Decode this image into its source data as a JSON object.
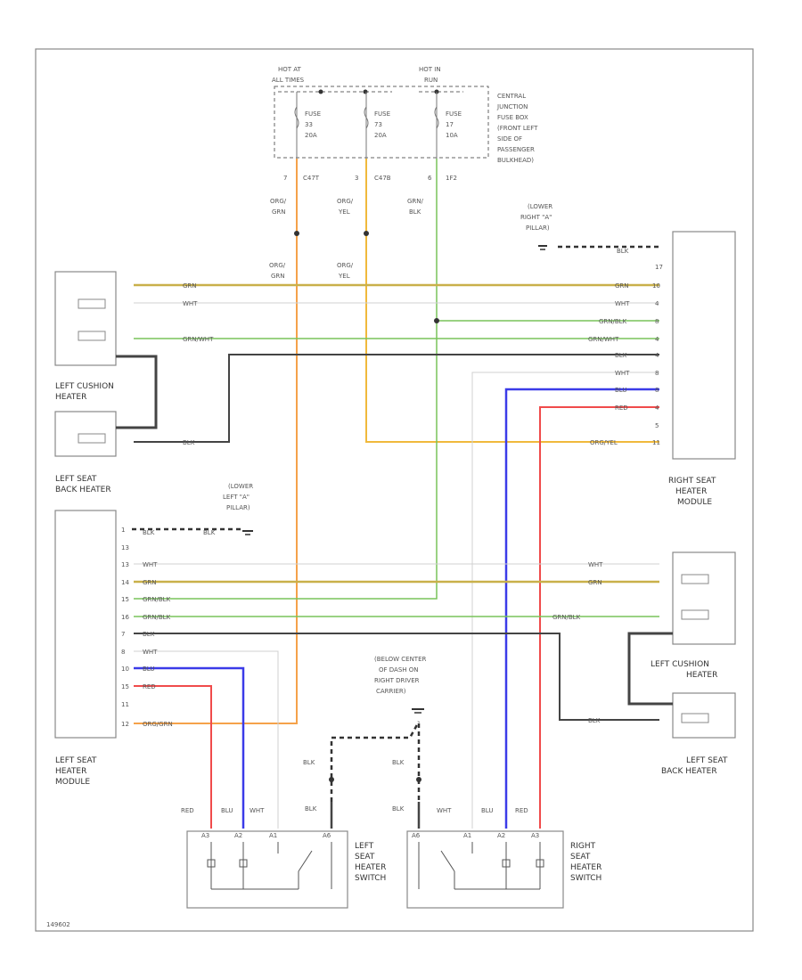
{
  "colors": {
    "org": "#F5A24A",
    "orgyel": "#F0B93C",
    "yelgrn": "#C9B04A",
    "grn": "#78C45A",
    "wht": "#D0D0D0",
    "blk": "#444444",
    "blu": "#3B3BE8",
    "red": "#F04B4B"
  },
  "header": {
    "hot_at_1": "HOT AT",
    "hot_at_2": "ALL TIMES",
    "hot_in_1": "HOT IN",
    "hot_in_2": "RUN",
    "junction_box": [
      "CENTRAL",
      "JUNCTION",
      "FUSE BOX",
      "(FRONT LEFT",
      "SIDE OF",
      "PASSENGER",
      "BULKHEAD)"
    ]
  },
  "fuses": [
    {
      "line1": "FUSE",
      "line2": "33",
      "line3": "20A",
      "pin": "7",
      "conn": "C47T"
    },
    {
      "line1": "FUSE",
      "line2": "73",
      "line3": "20A",
      "pin": "3",
      "conn": "C47B"
    },
    {
      "line1": "FUSE",
      "line2": "17",
      "line3": "10A",
      "pin": "6",
      "conn": "1F2"
    }
  ],
  "wires": {
    "org_grn_1": "ORG/",
    "org_grn_2": "GRN",
    "org_yel_1": "ORG/",
    "org_yel_2": "YEL",
    "grn_blk_1": "GRN/",
    "grn_blk_2": "BLK",
    "grn": "GRN",
    "wht": "WHT",
    "grn_wht": "GRN/WHT",
    "grn_blk": "GRN/BLK",
    "blk": "BLK",
    "blu": "BLU",
    "red": "RED",
    "org_yel": "ORG/YEL",
    "org_grn": "ORG/GRN"
  },
  "components": {
    "left_cushion_heater": [
      "LEFT CUSHION",
      "HEATER"
    ],
    "left_seat_back_heater": [
      "LEFT SEAT",
      "BACK HEATER"
    ],
    "left_seat_heater_module": [
      "LEFT SEAT",
      "HEATER",
      "MODULE"
    ],
    "right_seat_heater_module": [
      "RIGHT SEAT",
      "HEATER",
      "MODULE"
    ],
    "right_cushion_heater": [
      "LEFT CUSHION",
      "HEATER"
    ],
    "right_seat_back_heater": [
      "LEFT SEAT",
      "BACK HEATER"
    ],
    "left_seat_heater_switch": [
      "LEFT",
      "SEAT",
      "HEATER",
      "SWITCH"
    ],
    "right_seat_heater_switch": [
      "RIGHT",
      "SEAT",
      "HEATER",
      "SWITCH"
    ]
  },
  "grounds": {
    "right_pillar": [
      "(LOWER",
      "RIGHT \"A\"",
      "PILLAR)"
    ],
    "left_pillar": [
      "(LOWER",
      "LEFT \"A\"",
      "PILLAR)"
    ],
    "center_dash": [
      "(BELOW CENTER",
      "OF DASH ON",
      "RIGHT DRIVER",
      "CARRIER)"
    ]
  },
  "right_module_pins": [
    "17",
    "4",
    "8",
    "4",
    "4",
    "8",
    "8",
    "4",
    "5",
    "11",
    "10"
  ],
  "left_module_pins": [
    "1",
    "13",
    "13",
    "14",
    "15",
    "16",
    "7",
    "8",
    "10",
    "15",
    "11",
    "12"
  ],
  "switch_pins_left": [
    "A3",
    "A2",
    "A1",
    "A6"
  ],
  "switch_pins_right": [
    "A6",
    "A1",
    "A2",
    "A3"
  ],
  "watermark": "149602"
}
